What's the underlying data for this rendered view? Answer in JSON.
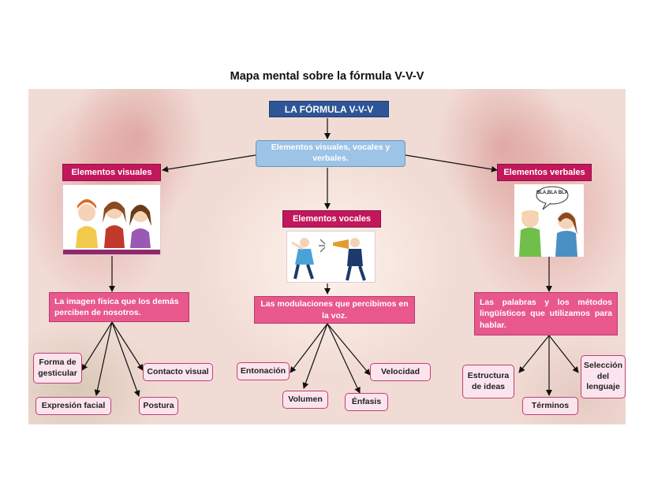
{
  "page_title": "Mapa mental sobre la fórmula V-V-V",
  "root": "LA FÓRMULA V-V-V",
  "summary": "Elementos visuales, vocales y verbales.",
  "branches": {
    "visual": {
      "title": "Elementos visuales",
      "description": "La imagen física que los demás perciben de nosotros.",
      "items": [
        "Forma de gesticular",
        "Contacto visual",
        "Expresión facial",
        "Postura"
      ]
    },
    "vocal": {
      "title": "Elementos vocales",
      "description": "Las modulaciones que percibimos en la voz.",
      "items": [
        "Entonación",
        "Velocidad",
        "Volumen",
        "Énfasis"
      ]
    },
    "verbal": {
      "title": "Elementos verbales",
      "description": "Las palabras y los métodos lingüísticos que utilizamos para hablar.",
      "items": [
        "Estructura de ideas",
        "Selección del lenguaje",
        "Términos"
      ],
      "bubble_text": "BLA,BLA BLA"
    }
  },
  "colors": {
    "dark_pink": "#c2185b",
    "pink": "#e8588d",
    "light_pink": "#fbe4ee",
    "navy": "#2e5597",
    "light_blue": "#9dc3e6"
  }
}
